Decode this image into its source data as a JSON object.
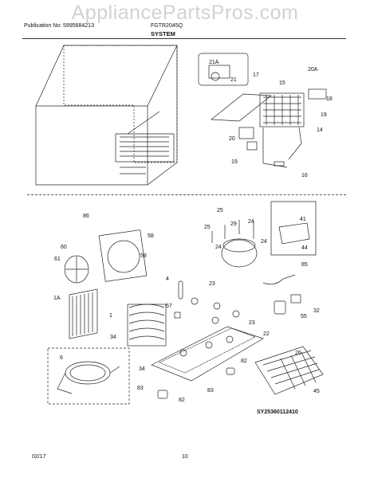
{
  "watermark": "AppliancePartsPros.com",
  "header": {
    "publication": "Publication No: 5995684213",
    "model": "FGTR2045Q",
    "section": "SYSTEM"
  },
  "footer": {
    "date": "02/17",
    "page": "10"
  },
  "reference_code": "SY25360112410",
  "callouts": [
    "21A",
    "21",
    "17",
    "15",
    "20A",
    "18",
    "19",
    "20",
    "14",
    "19",
    "16",
    "86",
    "58",
    "60",
    "59",
    "61",
    "25",
    "25",
    "29",
    "24",
    "24",
    "24",
    "41",
    "44",
    "85",
    "4",
    "23",
    "1A",
    "57",
    "1",
    "23",
    "32",
    "55",
    "34",
    "22",
    "6",
    "34",
    "26",
    "82",
    "83",
    "83",
    "82",
    "45"
  ],
  "colors": {
    "line": "#222222",
    "watermark": "#d2d2d2"
  }
}
